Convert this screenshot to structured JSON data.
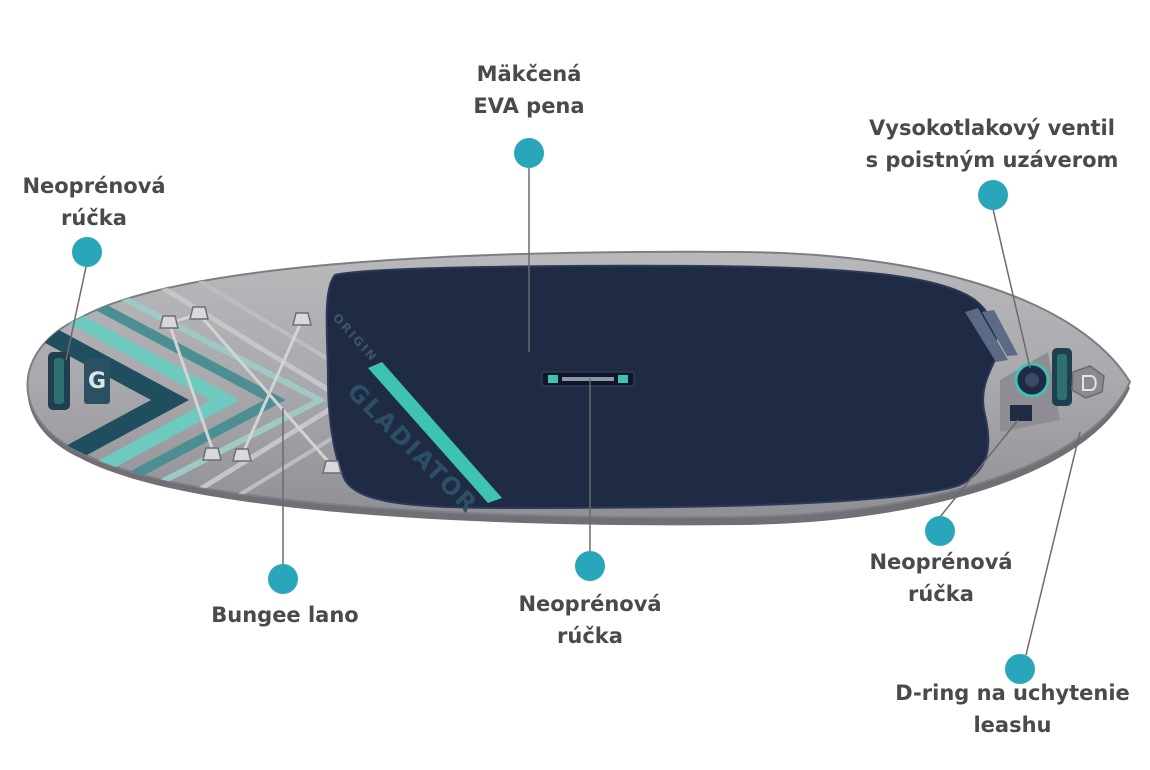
{
  "colors": {
    "accent": "#2aa6ba",
    "board_grey": "#a6a6a9",
    "deck_navy": "#1f2a45",
    "teal_stripe": "#3ec3b1",
    "label_text": "#4a4a4a"
  },
  "board": {
    "brand": "GLADIATOR",
    "model": "ORIGIN",
    "tail_logo_letter": "G"
  },
  "callouts": {
    "eva_pad": {
      "line1": "Mäkčená",
      "line2": "EVA pena"
    },
    "valve": {
      "line1": "Vysokotlakový ventil",
      "line2": "s poistným uzáverom"
    },
    "tail_handle": {
      "line1": "Neoprénová",
      "line2": "rúčka"
    },
    "bungee": {
      "line1": "Bungee lano"
    },
    "center_handle": {
      "line1": "Neoprénová",
      "line2": "rúčka"
    },
    "nose_handle": {
      "line1": "Neoprénová",
      "line2": "rúčka"
    },
    "d_ring": {
      "line1": "D-ring na uchytenie",
      "line2": "leashu"
    }
  }
}
